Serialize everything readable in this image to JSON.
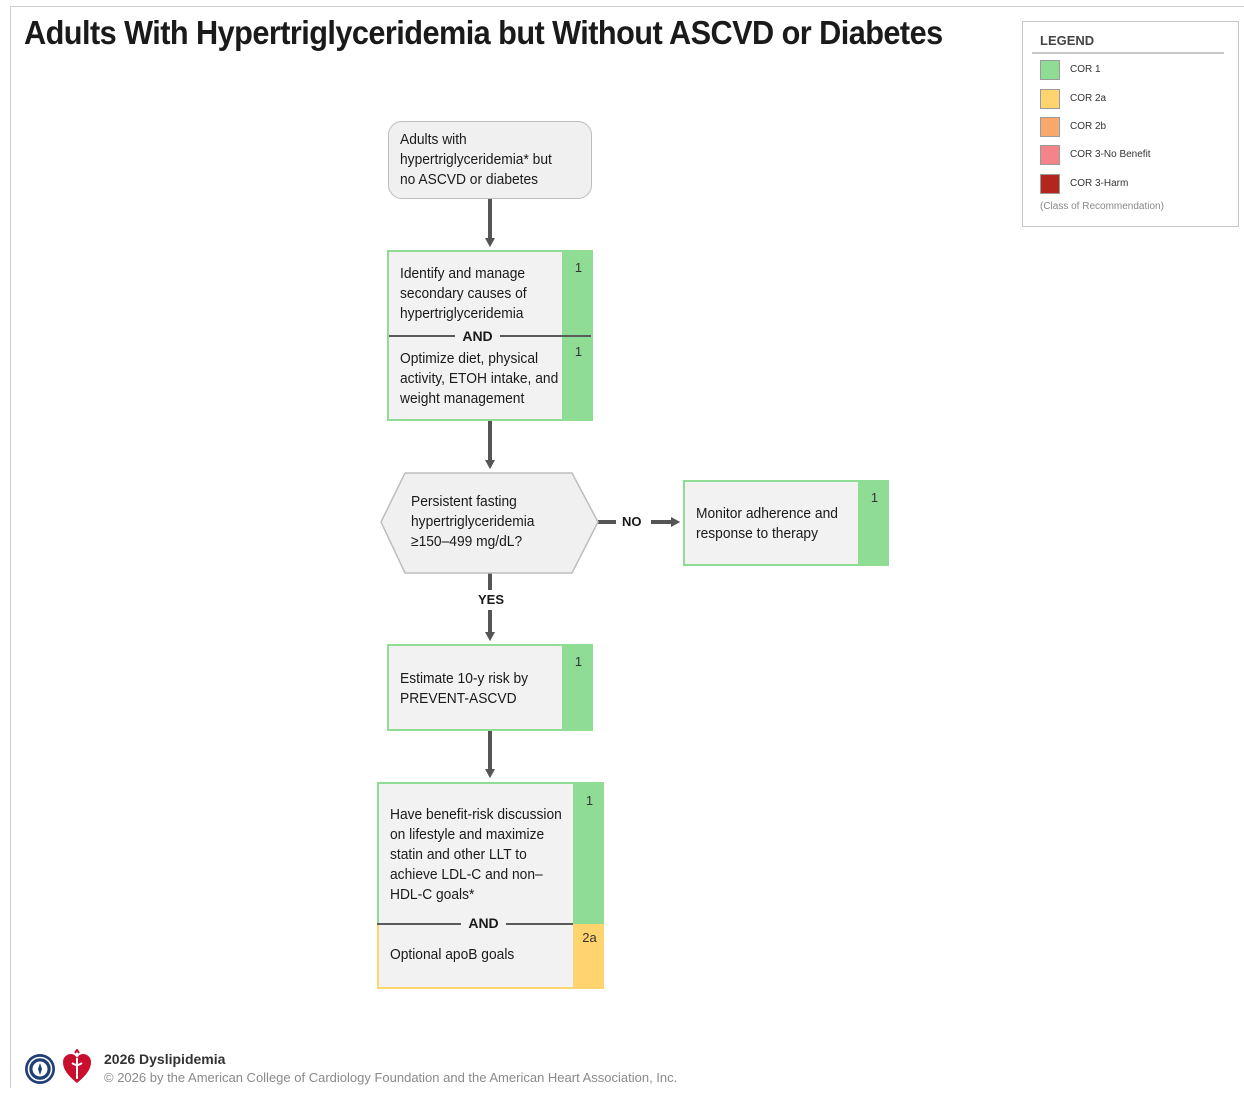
{
  "title": "Adults With Hypertriglyceridemia but Without ASCVD or Diabetes",
  "legend": {
    "heading": "LEGEND",
    "items": [
      {
        "label": "COR 1",
        "color": "#8fdc95"
      },
      {
        "label": "COR 2a",
        "color": "#ffd36e"
      },
      {
        "label": "COR 2b",
        "color": "#f8a86a"
      },
      {
        "label": "COR 3-No Benefit",
        "color": "#f4848a"
      },
      {
        "label": "COR 3-Harm",
        "color": "#b3261e"
      }
    ],
    "note": "(Class of Recommendation)"
  },
  "nodes": {
    "start": {
      "text": "Adults with\nhypertriglyceridemia* but\nno ASCVD or diabetes"
    },
    "secondary_causes": {
      "text": "Identify and manage\nsecondary causes of\nhypertriglyceridemia",
      "cor": "1"
    },
    "and_1": "AND",
    "lifestyle": {
      "text": "Optimize diet, physical\nactivity, ETOH intake, and\nweight management",
      "cor": "1"
    },
    "decision": {
      "text": "Persistent fasting\nhypertriglyceridemia\n≥150–499 mg/dL?"
    },
    "monitor": {
      "text": "Monitor adherence and\nresponse to therapy",
      "cor": "1"
    },
    "risk": {
      "text": "Estimate 10-y risk by\nPREVENT-ASCVD",
      "cor": "1"
    },
    "discussion": {
      "text": "Have benefit-risk discussion\non lifestyle and maximize\nstatin and other LLT to\nachieve LDL-C and non–\nHDL-C goals*",
      "cor": "1"
    },
    "and_2": "AND",
    "apob": {
      "text": "Optional apoB goals",
      "cor": "2a"
    }
  },
  "edges": {
    "no_label": "NO",
    "yes_label": "YES"
  },
  "footer": {
    "title": "2026 Dyslipidemia",
    "copyright": "© 2026 by the American College of Cardiology Foundation and the American Heart Association, Inc."
  }
}
